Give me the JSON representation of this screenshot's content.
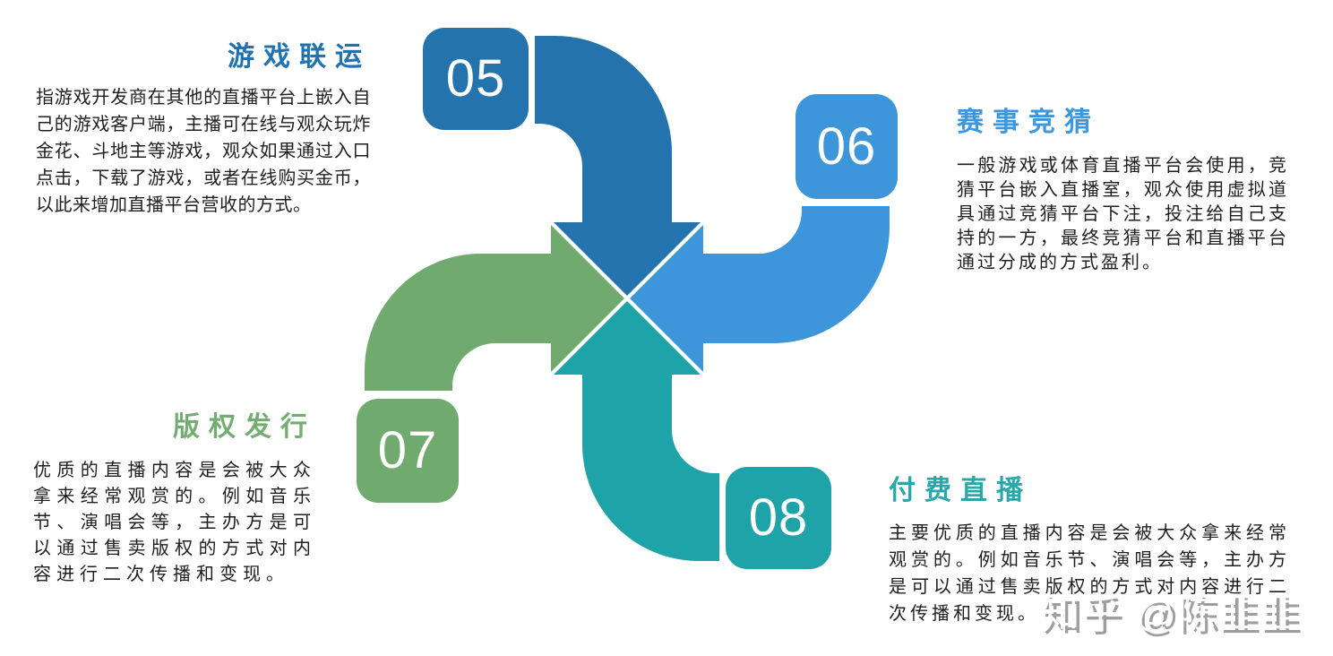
{
  "canvas": {
    "background": "#FFFFFF"
  },
  "palette": {
    "dark_blue": "#2473AC",
    "light_blue": "#3D96D9",
    "green": "#71AA6F",
    "teal": "#1EA3A8",
    "body_text": "#1F1F1F",
    "watermark_gray": "#9E9E9E",
    "badge_number_text": "#FFFFFF"
  },
  "sections": [
    {
      "id": "game-joint-operation",
      "number": "05",
      "title": "游戏联运",
      "accent": "#2473AC",
      "body": "指游戏开发商在其他的直播平台上嵌入自己的游戏客户端，主播可在线与观众玩炸金花、斗地主等游戏，观众如果通过入口点击，下载了游戏，或者在线购买金币，以此来增加直播平台营收的方式。"
    },
    {
      "id": "esports-betting",
      "number": "06",
      "title": "赛事竞猜",
      "accent": "#3D96D9",
      "body": "一般游戏或体育直播平台会使用，竞猜平台嵌入直播室，观众使用虚拟道具通过竞猜平台下注，投注给自己支持的一方，最终竞猜平台和直播平台通过分成的方式盈利。"
    },
    {
      "id": "copyright-distribution",
      "number": "07",
      "title": "版权发行",
      "accent": "#71AA6F",
      "body": "优质的直播内容是会被大众拿来经常观赏的。例如音乐节、演唱会等，主办方是可以通过售卖版权的方式对内容进行二次传播和变现。"
    },
    {
      "id": "paid-live-streaming",
      "number": "08",
      "title": "付费直播",
      "accent": "#1EA3A8",
      "body": "主要优质的直播内容是会被大众拿来经常观赏的。例如音乐节、演唱会等，主办方是可以通过售卖版权的方式对内容进行二次传播和变现。"
    }
  ],
  "watermark": {
    "text": "知乎 @陈韭韭"
  }
}
